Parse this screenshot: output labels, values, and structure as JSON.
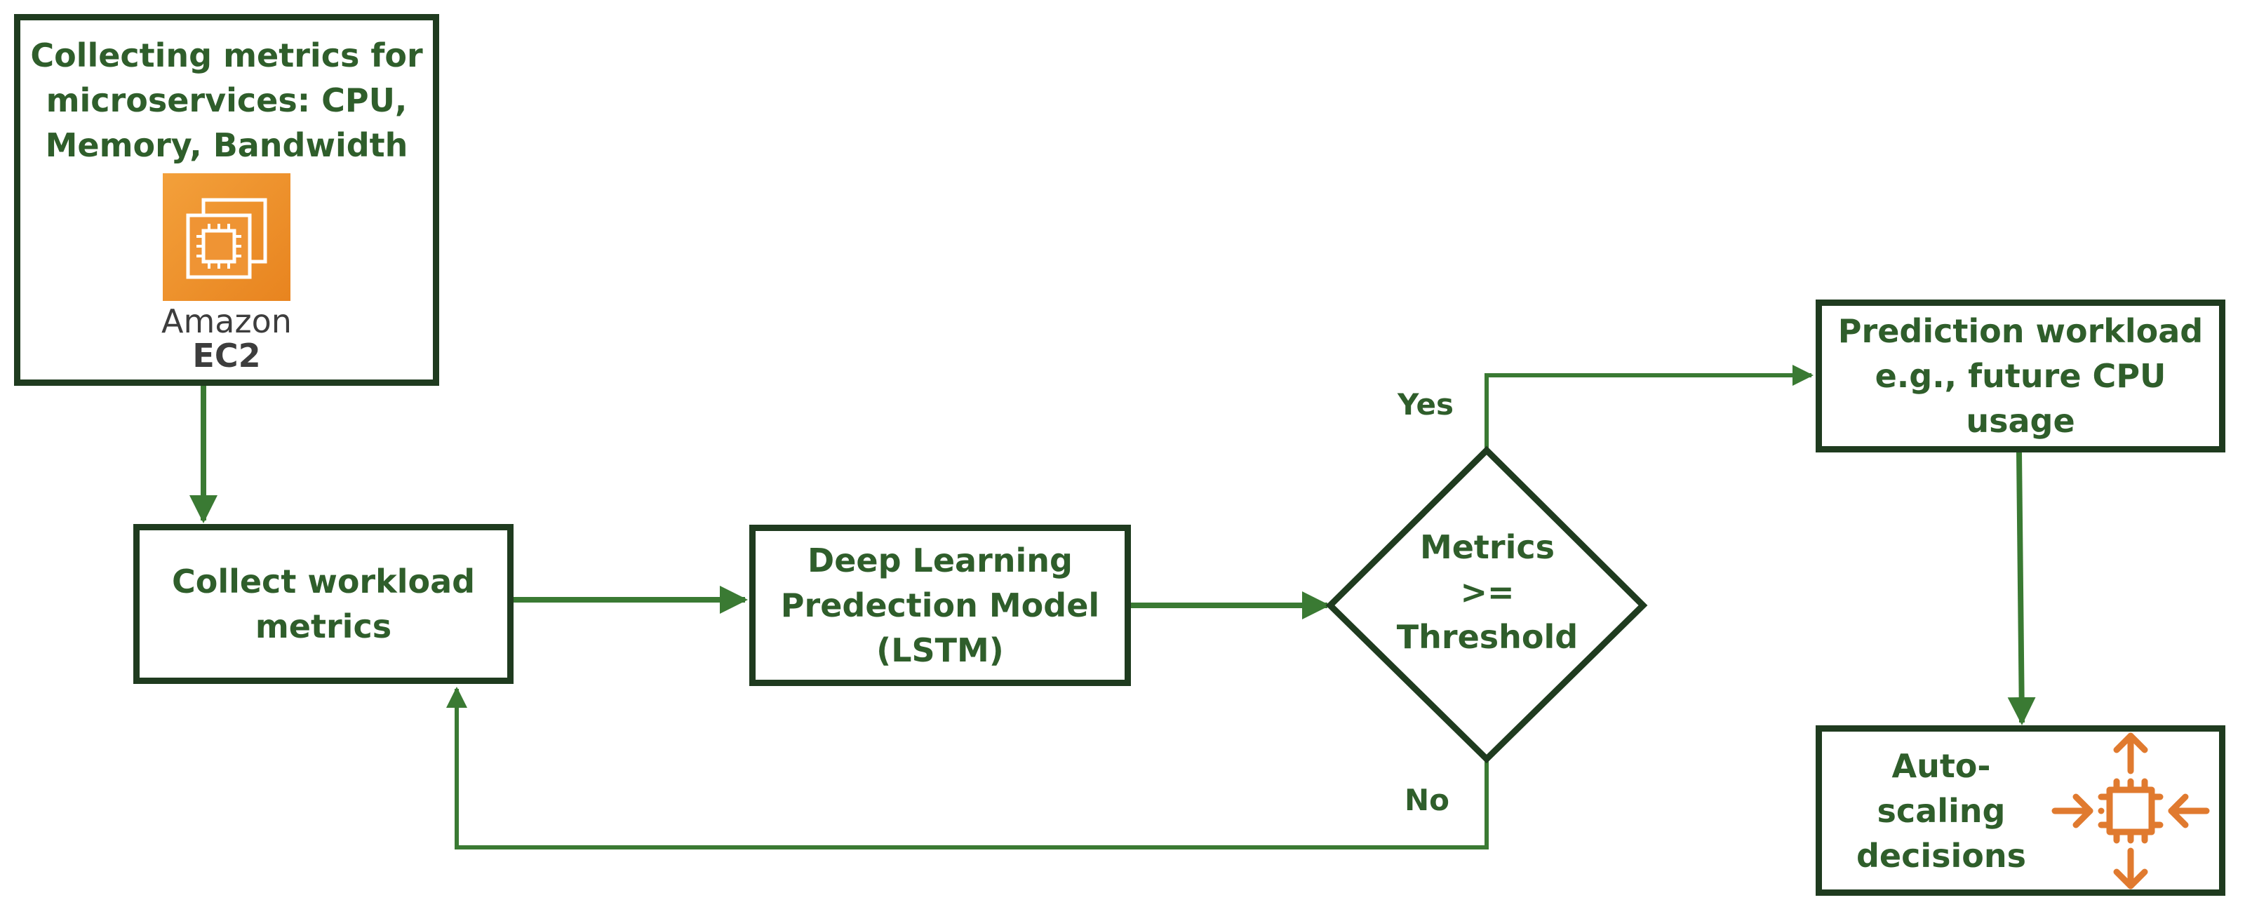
{
  "source_box": {
    "title_lines": [
      "Collecting metrics for",
      "microservices: CPU,",
      "Memory, Bandwidth"
    ],
    "logo_name": "Amazon",
    "logo_sub": "EC2"
  },
  "collect_box": {
    "lines": [
      "Collect workload",
      "metrics"
    ]
  },
  "model_box": {
    "lines": [
      "Deep Learning",
      "Predection Model",
      "(LSTM)"
    ]
  },
  "decision": {
    "lines": [
      "Metrics",
      ">=",
      "Threshold"
    ],
    "yes_label": "Yes",
    "no_label": "No"
  },
  "prediction_box": {
    "lines": [
      "Prediction workload",
      "e.g., future CPU",
      "usage"
    ]
  },
  "autoscale_box": {
    "lines": [
      "Auto-scaling",
      "decisions"
    ]
  },
  "colors": {
    "border": "#1f3b1f",
    "arrow": "#3a7a33",
    "text": "#2f5e2b",
    "icon_orange": "#e07a2f",
    "ec2_orange": "#ef8f2b"
  }
}
